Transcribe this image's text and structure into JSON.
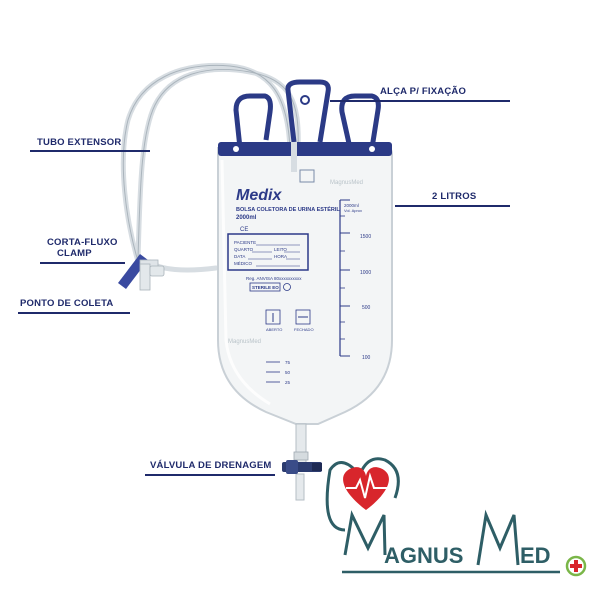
{
  "callouts": {
    "alca": "ALÇA P/ FIXAÇÃO",
    "tubo": "TUBO EXTENSOR",
    "litros": "2 LITROS",
    "corta_line1": "CORTA-FLUXO",
    "corta_line2": "CLAMP",
    "ponto": "PONTO DE COLETA",
    "valvula": "VÁLVULA DE DRENAGEM"
  },
  "bag": {
    "brand": "Medix",
    "product_line1": "BOLSA COLETORA DE URINA ESTÉRIL",
    "product_line2": "2000ml",
    "ce_mark": "CE",
    "form_fields": [
      "PACIENTE",
      "QUARTO",
      "LEITO",
      "DATA",
      "HORA",
      "MÉDICO"
    ],
    "reg": "Reg. ANVISA 80xxxxxxxxxx",
    "sterile": "STERILE EO",
    "scale_top_line1": "2000ml",
    "scale_top_line2": "Vol. Aprox",
    "scale_labels": [
      "1500",
      "1000",
      "500",
      "100"
    ],
    "small_scale_labels": [
      "75",
      "50",
      "25"
    ],
    "icon_labels": [
      "ABERTO",
      "FECHADO"
    ]
  },
  "watermark": "MagnusMed",
  "logo": {
    "letters_1": "AGNUS",
    "letters_2": "ED",
    "colors": {
      "teal": "#2e5e66",
      "red": "#d8262c",
      "green": "#7ab648"
    }
  },
  "colors": {
    "label": "#1f2a6b",
    "hanger": "#2b3a86",
    "clamp": "#3a4aa0"
  }
}
